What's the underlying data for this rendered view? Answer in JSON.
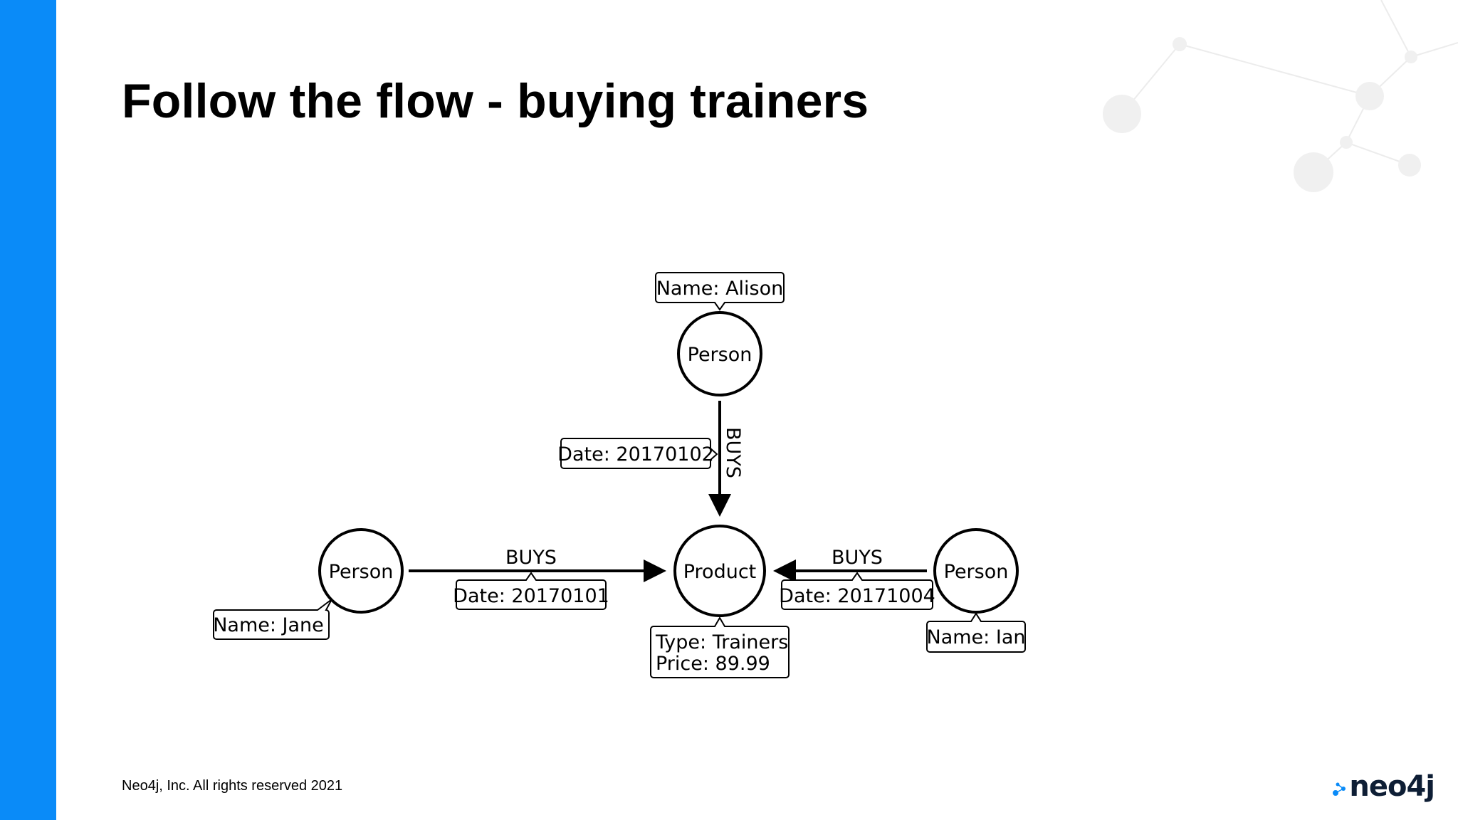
{
  "slide": {
    "title": "Follow the flow - buying trainers",
    "footer": "Neo4j, Inc. All rights reserved 2021",
    "logo_text": "neo4j",
    "accent_color": "#0a8bf8"
  },
  "diagram": {
    "nodes": {
      "alison": {
        "label": "Person",
        "property": "Name: Alison"
      },
      "jane": {
        "label": "Person",
        "property": "Name: Jane"
      },
      "ian": {
        "label": "Person",
        "property": "Name: Ian"
      },
      "product": {
        "label": "Product",
        "property_1": "Type: Trainers",
        "property_2": "Price: 89.99"
      }
    },
    "relationships": {
      "alison_buys": {
        "type": "BUYS",
        "property": "Date: 20170102"
      },
      "jane_buys": {
        "type": "BUYS",
        "property": "Date: 20170101"
      },
      "ian_buys": {
        "type": "BUYS",
        "property": "Date: 20171004"
      }
    }
  }
}
